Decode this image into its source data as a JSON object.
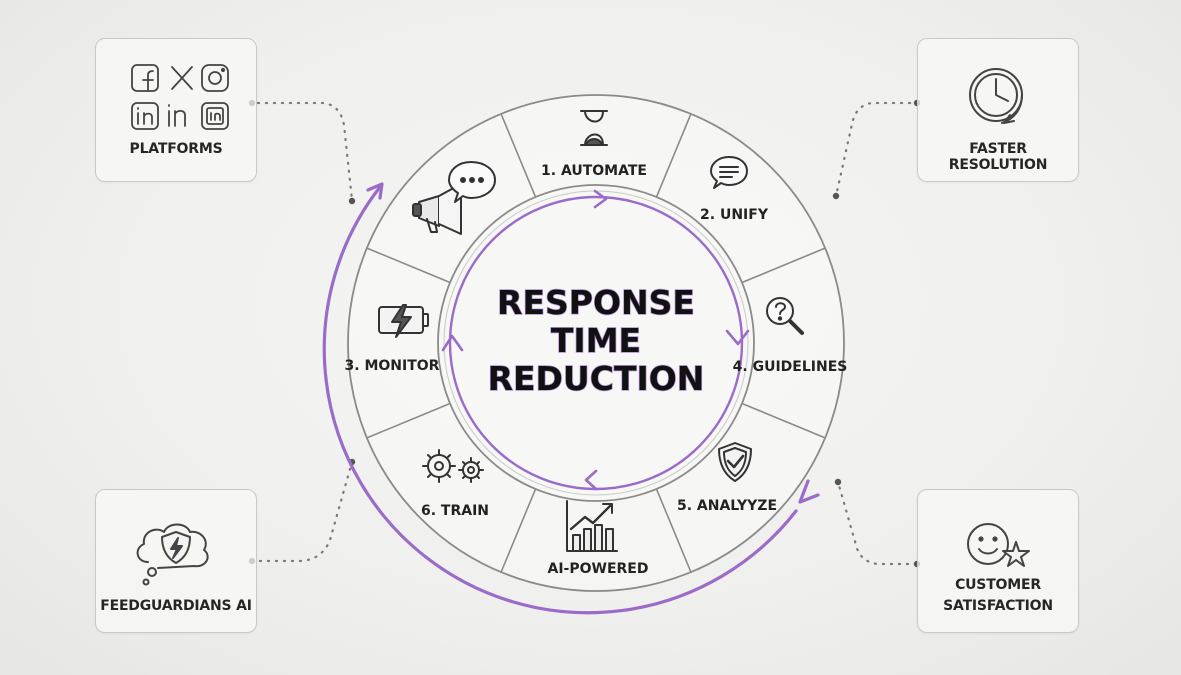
{
  "diagram": {
    "center_title_lines": [
      "RESPONSE",
      "TIME",
      "REDUCTION"
    ],
    "accent_color": "#9a6bc9",
    "ring_segments": [
      {
        "label": "1. AUTOMATE",
        "icon": "hourglass-icon"
      },
      {
        "label": "2. UNIFY",
        "icon": "chat-bubble-icon"
      },
      {
        "label": "4. GUIDELINES",
        "icon": "magnifier-question-icon"
      },
      {
        "label": "5. ANALYYZE",
        "icon": "shield-check-icon"
      },
      {
        "label": "AI-POWERED",
        "icon": "bar-chart-icon"
      },
      {
        "label": "6. TRAIN",
        "icon": "gears-icon"
      },
      {
        "label": "3. MONITOR",
        "icon": "battery-bolt-icon"
      },
      {
        "label": "",
        "icon": "megaphone-icon"
      }
    ],
    "corner_cards": [
      {
        "id": "platforms",
        "label": "PLATFORMS",
        "icon": "social-platforms-icon"
      },
      {
        "id": "faster",
        "label": "FASTER RESOLUTION",
        "icon": "clock-icon"
      },
      {
        "id": "feedguardians",
        "label": "FEEDGUARDIANS AI",
        "icon": "shield-cloud-icon"
      },
      {
        "id": "satisfaction",
        "label_lines": [
          "CUSTOMER",
          "SATISFACTION"
        ],
        "icon": "smiley-star-icon"
      }
    ]
  }
}
